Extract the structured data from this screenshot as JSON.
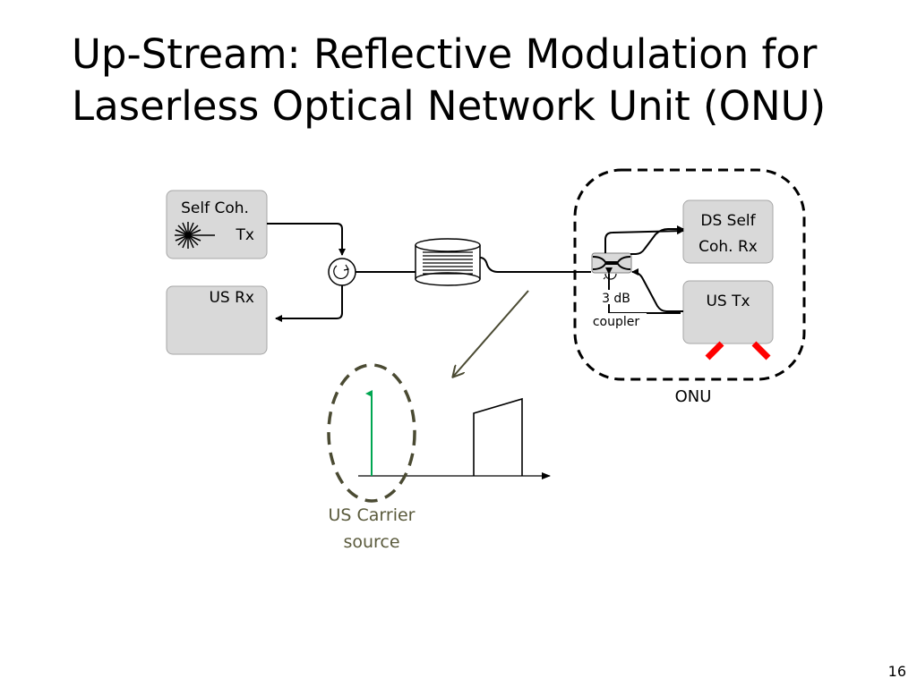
{
  "slide": {
    "title_line1": "Up-Stream: Reflective Modulation for",
    "title_line2": "Laserless Optical Network Unit (ONU)",
    "page_number": "16"
  },
  "diagram": {
    "self_coh_tx_line1": "Self Coh.",
    "self_coh_tx_line2": "Tx",
    "us_rx": "US Rx",
    "ds_rx_line1": "DS Self",
    "ds_rx_line2": "Coh. Rx",
    "us_tx": "US  Tx",
    "coupler_line1": "3 dB",
    "coupler_line2": "coupler",
    "onu": "ONU",
    "carrier_line1": "US Carrier",
    "carrier_line2": "source"
  },
  "colors": {
    "box_fill": "#d9d9d9",
    "carrier_green": "#00a651",
    "carrier_ellipse": "#4a4a32",
    "carrier_text": "#5a5a3c",
    "reflector_red": "#ff0000",
    "pointer_arrow": "#4a4a32"
  }
}
